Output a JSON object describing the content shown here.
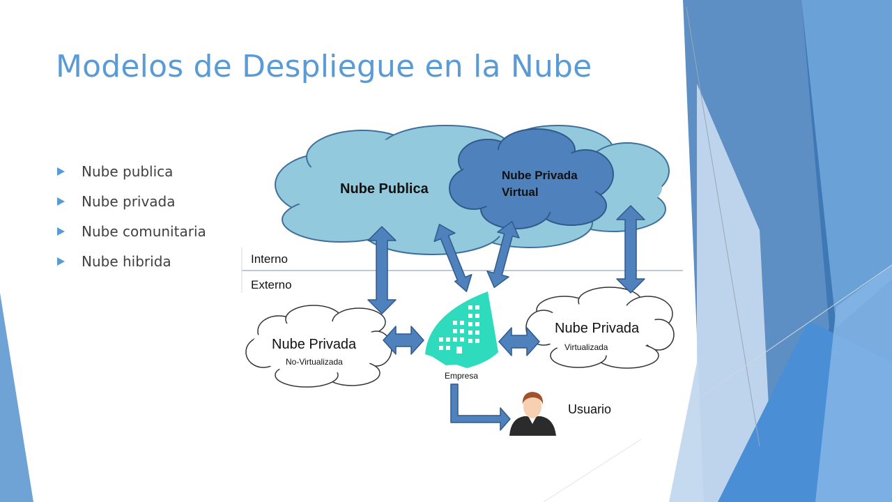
{
  "slide": {
    "title": "Modelos de Despliegue en la Nube",
    "bullets": [
      {
        "label": "Nube publica"
      },
      {
        "label": "Nube privada"
      },
      {
        "label": "Nube comunitaria"
      },
      {
        "label": "Nube hibrida"
      }
    ]
  },
  "diagram": {
    "public_cloud_label": "Nube Publica",
    "virtual_private_line1": "Nube Privada",
    "virtual_private_line2": "Virtual",
    "internal_label": "Interno",
    "external_label": "Externo",
    "private_left_title": "Nube Privada",
    "private_left_sub": "No-Virtualizada",
    "private_right_title": "Nube Privada",
    "private_right_sub": "Virtualizada",
    "company_label": "Empresa",
    "user_label": "Usuario"
  },
  "colors": {
    "accent": "#5b9bd5",
    "cloud_light": "#92c9dc",
    "cloud_dark": "#4f81bd",
    "arrow": "#4f81bd",
    "building": "#2edcbd",
    "divider": "#a9b7c6"
  }
}
